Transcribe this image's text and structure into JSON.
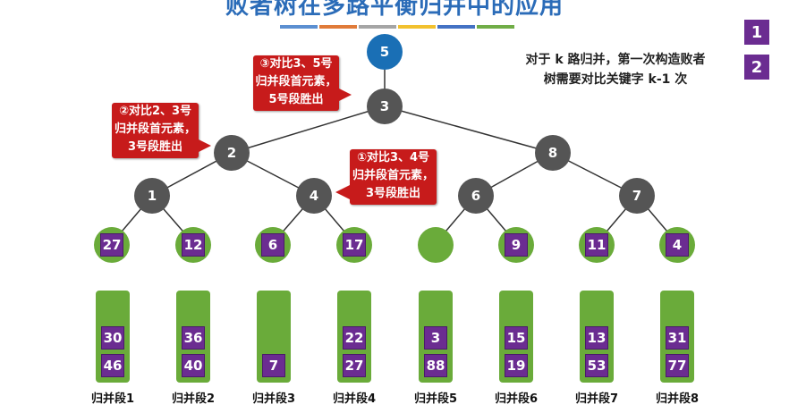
{
  "title": "败者树在多路平衡归并中的应用",
  "title_colors": [
    "#5b8fd1",
    "#e07b39",
    "#a5a5a5",
    "#f2c12e",
    "#4472c4",
    "#70ad47"
  ],
  "note": {
    "line1": "对于 k 路归并，第一次构造败者",
    "line2": "树需要对比关键字 k-1 次"
  },
  "legend": [
    "1",
    "2"
  ],
  "callouts": {
    "c3": [
      "③对比3、5号",
      "归并段首元素，",
      "5号段胜出"
    ],
    "c2": [
      "②对比2、3号",
      "归并段首元素，",
      "3号段胜出"
    ],
    "c1": [
      "①对比3、4号",
      "归并段首元素，",
      "3号段胜出"
    ]
  },
  "tree": {
    "root": "5",
    "n3": "3",
    "n2": "2",
    "n8": "8",
    "n1": "1",
    "n4": "4",
    "n6": "6",
    "n7": "7"
  },
  "leaves": [
    "27",
    "12",
    "6",
    "17",
    "",
    "9",
    "11",
    "4"
  ],
  "runs": [
    {
      "label": "归并段1",
      "values": [
        "30",
        "46"
      ]
    },
    {
      "label": "归并段2",
      "values": [
        "36",
        "40"
      ]
    },
    {
      "label": "归并段3",
      "values": [
        "7"
      ]
    },
    {
      "label": "归并段4",
      "values": [
        "22",
        "27"
      ]
    },
    {
      "label": "归并段5",
      "values": [
        "3",
        "88"
      ]
    },
    {
      "label": "归并段6",
      "values": [
        "15",
        "19"
      ]
    },
    {
      "label": "归并段7",
      "values": [
        "13",
        "53"
      ]
    },
    {
      "label": "归并段8",
      "values": [
        "31",
        "77"
      ]
    }
  ],
  "colors": {
    "node": "#555555",
    "root": "#1a6fb5",
    "leaf": "#6aab3a",
    "key": "#6b2c91",
    "callout": "#c71b1b"
  }
}
